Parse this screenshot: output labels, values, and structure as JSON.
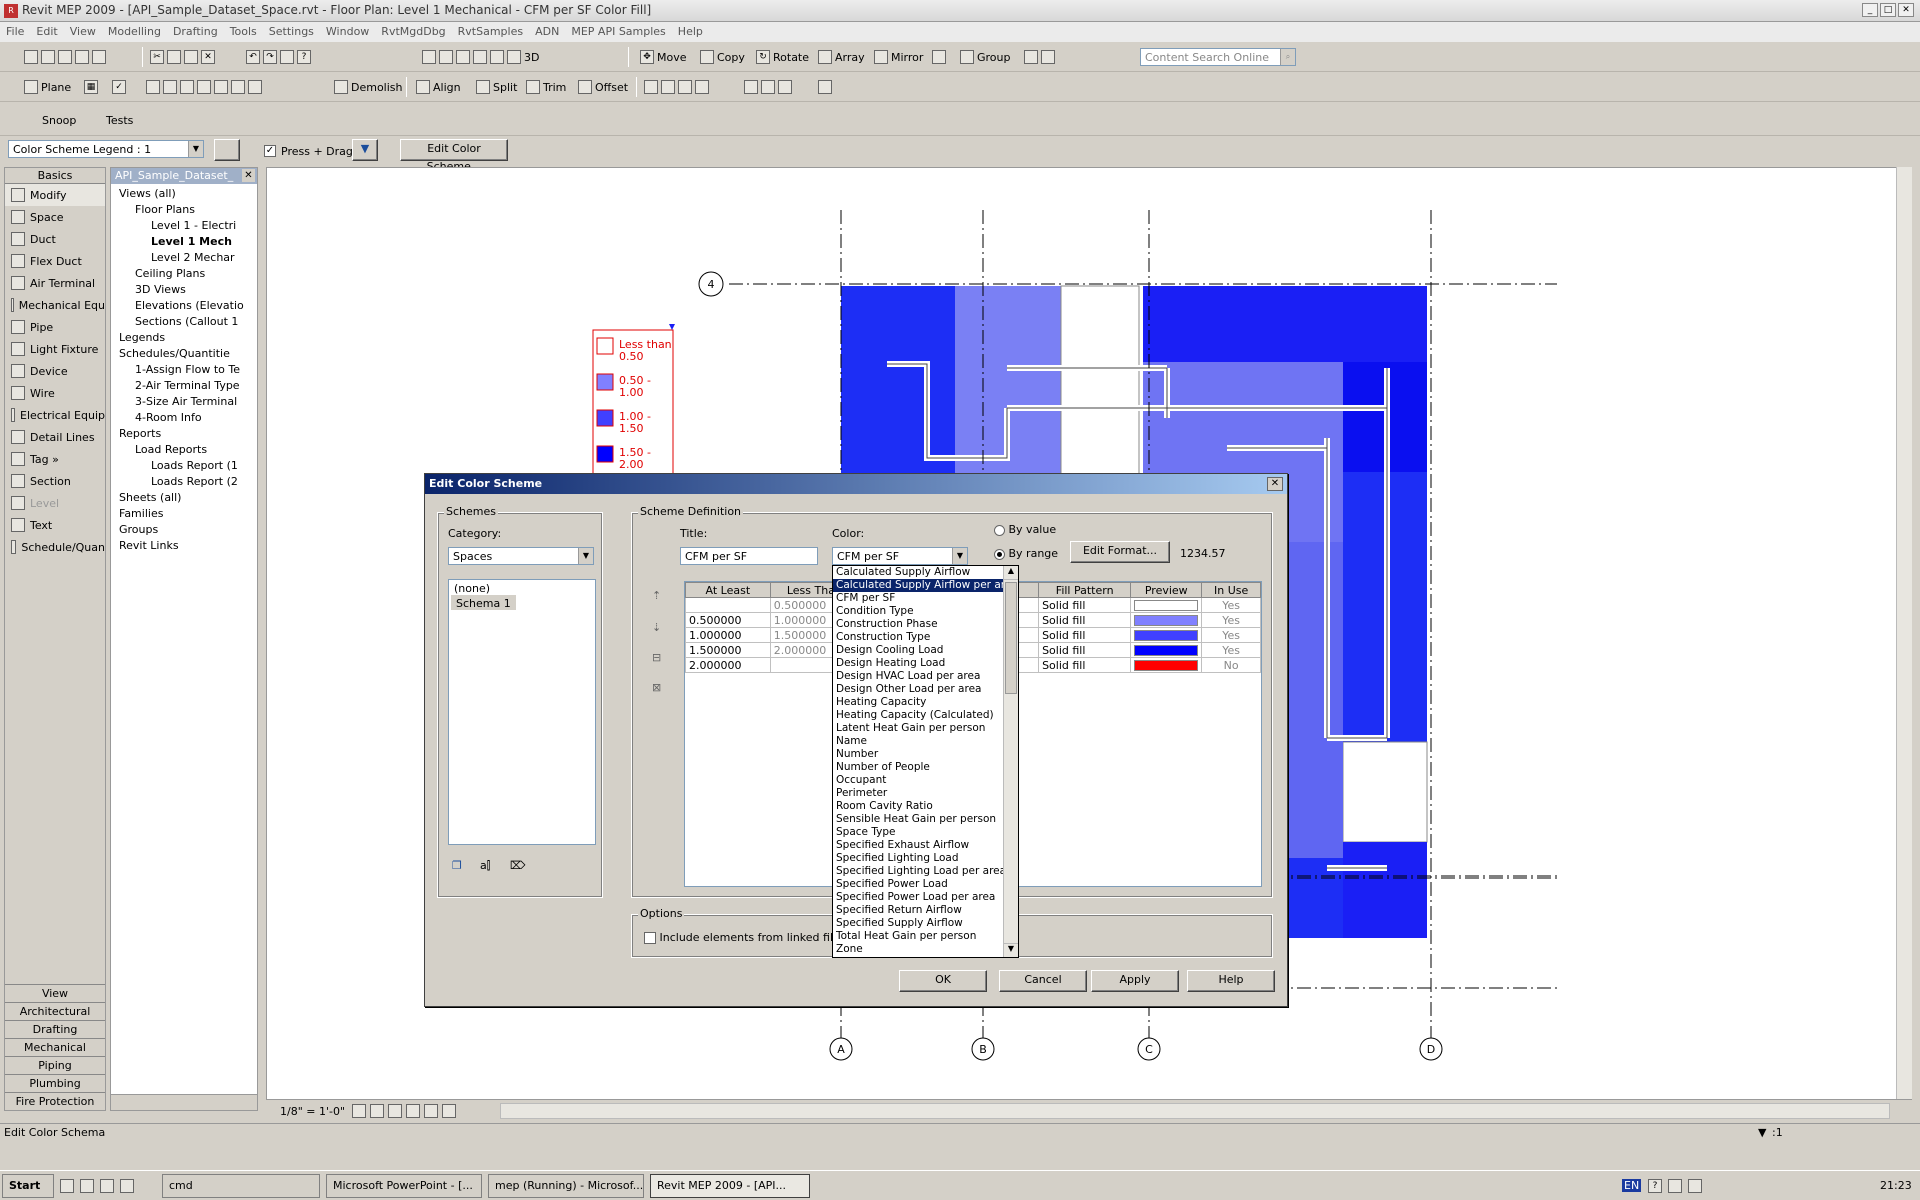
{
  "window": {
    "title": "Revit MEP 2009 - [API_Sample_Dataset_Space.rvt - Floor Plan: Level 1 Mechanical - CFM per SF Color Fill]"
  },
  "menu": [
    "File",
    "Edit",
    "View",
    "Modelling",
    "Drafting",
    "Tools",
    "Settings",
    "Window",
    "RvtMgdDbg",
    "RvtSamples",
    "ADN",
    "MEP API Samples",
    "Help"
  ],
  "toolbar1": {
    "tools": [
      "3D",
      "Move",
      "Copy",
      "Rotate",
      "Array",
      "Mirror",
      "Group"
    ],
    "search_placeholder": "Content Search Online"
  },
  "toolbar2": {
    "tools": [
      "Plane",
      "Demolish",
      "Align",
      "Split",
      "Trim",
      "Offset"
    ]
  },
  "toolbar3": {
    "tools": [
      "Snoop",
      "Tests"
    ]
  },
  "options_bar": {
    "type_selector": "Color Scheme Legend : 1",
    "press_drag": "Press + Drag",
    "edit_button": "Edit Color Scheme..."
  },
  "design_bar": {
    "header": "Basics",
    "items": [
      "Modify",
      "Space",
      "Duct",
      "Flex Duct",
      "Air Terminal",
      "Mechanical Equ",
      "Pipe",
      "Light Fixture",
      "Device",
      "Wire",
      "Electrical Equip",
      "Detail Lines",
      "Tag »",
      "Section",
      "Level",
      "Text",
      "Schedule/Quan"
    ],
    "tabs": [
      "View",
      "Architectural",
      "Drafting",
      "Mechanical",
      "Piping",
      "Plumbing",
      "Fire Protection"
    ]
  },
  "project_browser": {
    "title": "API_Sample_Dataset_",
    "tree": [
      "Views (all)",
      "Floor Plans",
      "Level 1 - Electri",
      "Level 1 Mech",
      "Level 2 Mechar",
      "Ceiling Plans",
      "3D Views",
      "Elevations (Elevatio",
      "Sections (Callout 1",
      "Legends",
      "Schedules/Quantitie",
      "1-Assign Flow to Te",
      "2-Air Terminal Type",
      "3-Size Air Terminal",
      "4-Room Info",
      "Reports",
      "Load Reports",
      "Loads Report (1",
      "Loads Report (2",
      "Sheets (all)",
      "Families",
      "Groups",
      "Revit Links"
    ]
  },
  "canvas": {
    "grid_top": "4",
    "grid_bottom": [
      "A",
      "B",
      "C",
      "D"
    ],
    "scale": "1/8\" = 1'-0\"",
    "legend": [
      {
        "label": "Less than 0.50",
        "color": "#ffffff"
      },
      {
        "label": "0.50 - 1.00",
        "color": "#8080ff"
      },
      {
        "label": "1.00 - 1.50",
        "color": "#4040ff"
      },
      {
        "label": "1.50 - 2.00",
        "color": "#0000ff"
      }
    ]
  },
  "dialog": {
    "title": "Edit Color Scheme",
    "schemes": {
      "group": "Schemes",
      "category_label": "Category:",
      "category": "Spaces",
      "items": [
        "(none)",
        "Schema 1"
      ]
    },
    "definition": {
      "group": "Scheme Definition",
      "title_label": "Title:",
      "title_value": "CFM per SF",
      "color_label": "Color:",
      "color_value": "CFM per SF",
      "by_value": "By value",
      "by_range": "By range",
      "edit_format": "Edit Format...",
      "format_value": "1234.57",
      "columns": [
        "At Least",
        "Less Than",
        "",
        "Fill Pattern",
        "Preview",
        "In Use"
      ],
      "rows": [
        {
          "at_least": "",
          "less_than": "0.500000",
          "fill": "Solid fill",
          "preview": "#ffffff",
          "in_use": "Yes"
        },
        {
          "at_least": "0.500000",
          "less_than": "1.000000",
          "fill": "Solid fill",
          "preview": "#8080ff",
          "in_use": "Yes"
        },
        {
          "at_least": "1.000000",
          "less_than": "1.500000",
          "fill": "Solid fill",
          "preview": "#4040ff",
          "in_use": "Yes"
        },
        {
          "at_least": "1.500000",
          "less_than": "2.000000",
          "fill": "Solid fill",
          "preview": "#0000ff",
          "in_use": "Yes"
        },
        {
          "at_least": "2.000000",
          "less_than": "",
          "fill": "Solid fill",
          "preview": "#ff0000",
          "in_use": "No"
        }
      ]
    },
    "dropdown": [
      "Calculated Supply Airflow",
      "Calculated Supply Airflow per area",
      "CFM per SF",
      "Condition Type",
      "Construction Phase",
      "Construction Type",
      "Design Cooling Load",
      "Design Heating Load",
      "Design HVAC Load per area",
      "Design Other Load per area",
      "Heating Capacity",
      "Heating Capacity (Calculated)",
      "Latent Heat Gain per person",
      "Name",
      "Number",
      "Number of People",
      "Occupant",
      "Perimeter",
      "Room Cavity Ratio",
      "Sensible Heat Gain per person",
      "Space Type",
      "Specified Exhaust Airflow",
      "Specified Lighting Load",
      "Specified Lighting Load per area",
      "Specified Power Load",
      "Specified Power Load per area",
      "Specified Return Airflow",
      "Specified Supply Airflow",
      "Total Heat Gain per person",
      "Zone"
    ],
    "dropdown_selected": 1,
    "options": {
      "group": "Options",
      "include_linked": "Include elements from linked files"
    },
    "buttons": {
      "ok": "OK",
      "cancel": "Cancel",
      "apply": "Apply",
      "help": "Help"
    }
  },
  "status": {
    "text": "Edit Color Schema",
    "filter": ":1"
  },
  "taskbar": {
    "start": "Start",
    "tasks": [
      "cmd",
      "Microsoft PowerPoint - [...",
      "mep (Running) - Microsof...",
      "Revit MEP 2009 - [API..."
    ],
    "lang": "EN",
    "clock": "21:23"
  }
}
